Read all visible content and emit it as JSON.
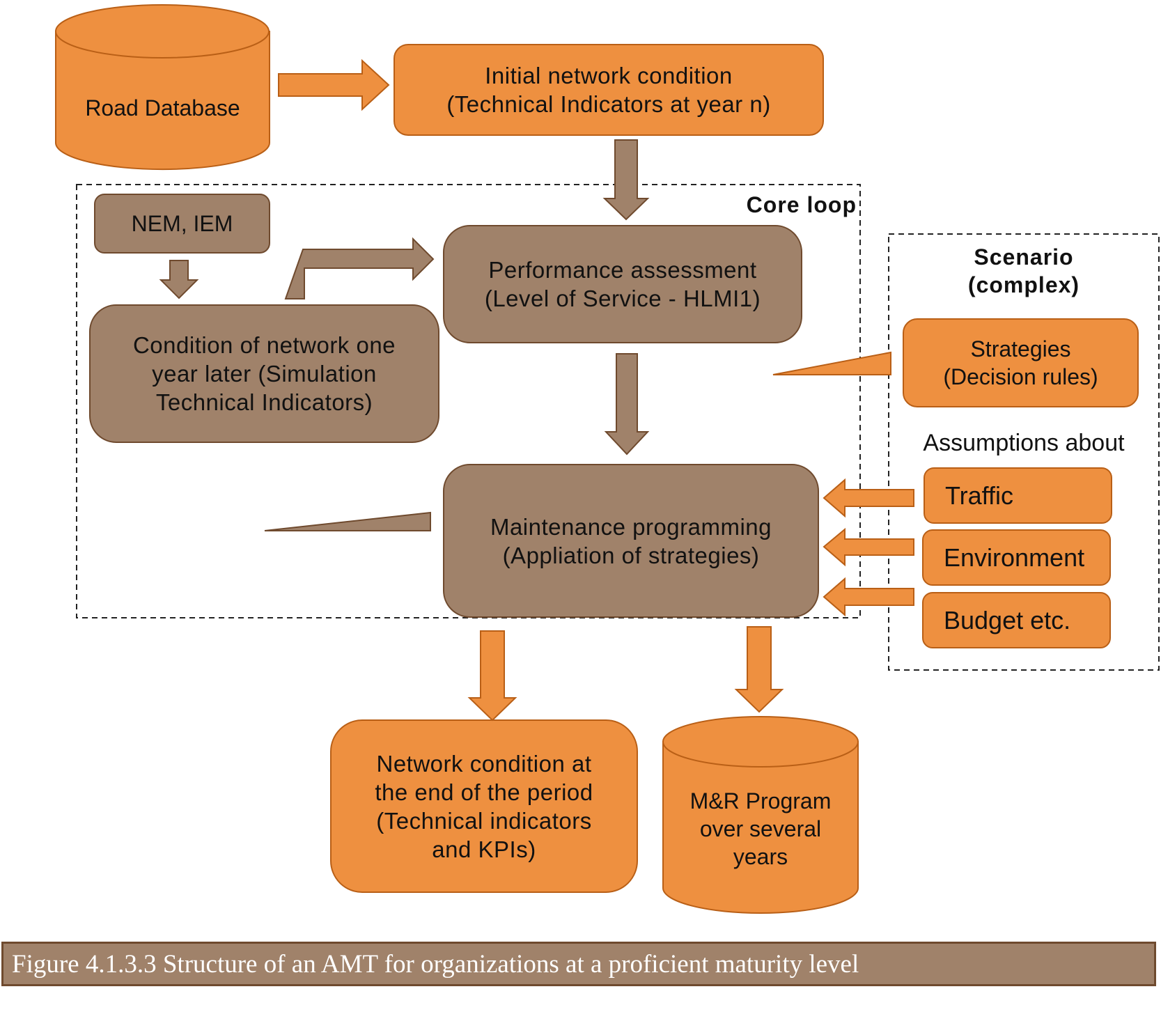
{
  "colors": {
    "orange": "#ee9040",
    "orange_border": "#b95f16",
    "brown": "#a0826a",
    "brown_border": "#6f4a2e",
    "caption_text": "#ffffff"
  },
  "nodes": {
    "road_database": "Road Database",
    "initial_condition": "Initial network condition\n(Technical Indicators at year n)",
    "core_loop_label": "Core loop",
    "nem_iem": "NEM, IEM",
    "performance_assessment": "Performance assessment\n(Level of Service - HLMI1)",
    "condition_one_year": "Condition of network one\nyear later (Simulation\nTechnical Indicators)",
    "maintenance_programming": "Maintenance programming\n(Appliation of strategies)",
    "scenario_label": "Scenario\n(complex)",
    "strategies": "Strategies\n(Decision rules)",
    "assumptions_label": "Assumptions about",
    "traffic": "Traffic",
    "environment": "Environment",
    "budget": "Budget etc.",
    "network_end": "Network condition at\nthe end of the period\n(Technical indicators\nand KPIs)",
    "mr_program": "M&R Program\nover several\nyears"
  },
  "caption": "Figure 4.1.3.3 Structure of an AMT for organizations at a proficient maturity level"
}
